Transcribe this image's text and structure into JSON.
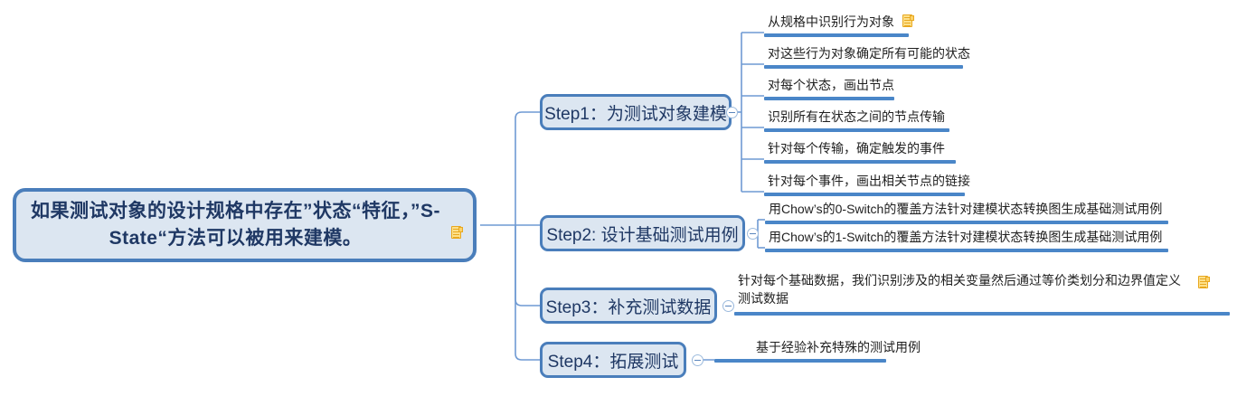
{
  "diagram": {
    "type": "mind-map",
    "title": "S-State 建模测试方法思维导图",
    "colors": {
      "node_fill": "#dce6f1",
      "node_border": "#4a7ebb",
      "node_text": "#1f3864",
      "leaf_rule": "#4a86c8",
      "leaf_text": "#1f1f1f",
      "note_icon": "#fcd268",
      "connector": "#6f9ad3",
      "background": "#ffffff"
    },
    "root": {
      "label": "如果测试对象的设计规格中存在”状态“特征，”S-State“方法可以被用来建模。",
      "has_note": true,
      "note_icon": "note-document-icon"
    },
    "branches": [
      {
        "label": "Step1：为测试对象建模",
        "collapse_icon": "collapse-minus-icon",
        "children": [
          {
            "label": "从规格中识别行为对象",
            "has_note": true,
            "note_icon": "note-document-icon"
          },
          {
            "label": "对这些行为对象确定所有可能的状态",
            "has_note": false
          },
          {
            "label": "对每个状态，画出节点",
            "has_note": false
          },
          {
            "label": "识别所有在状态之间的节点传输",
            "has_note": false
          },
          {
            "label": "针对每个传输，确定触发的事件",
            "has_note": false
          },
          {
            "label": "针对每个事件，画出相关节点的链接",
            "has_note": false
          }
        ]
      },
      {
        "label": "Step2: 设计基础测试用例",
        "collapse_icon": "collapse-minus-icon",
        "children": [
          {
            "label": "用Chow’s的0-Switch的覆盖方法针对建模状态转换图生成基础测试用例",
            "has_note": false
          },
          {
            "label": "用Chow’s的1-Switch的覆盖方法针对建模状态转换图生成基础测试用例",
            "has_note": false
          }
        ]
      },
      {
        "label": "Step3：补充测试数据",
        "collapse_icon": "collapse-minus-icon",
        "children": [
          {
            "label": "针对每个基础数据，我们识别涉及的相关变量然后通过等价类划分和边界值定义测试数据",
            "has_note": true,
            "note_icon": "note-document-icon"
          }
        ]
      },
      {
        "label": "Step4：拓展测试",
        "collapse_icon": "collapse-minus-icon",
        "children": [
          {
            "label": "基于经验补充特殊的测试用例",
            "has_note": false
          }
        ]
      }
    ]
  }
}
